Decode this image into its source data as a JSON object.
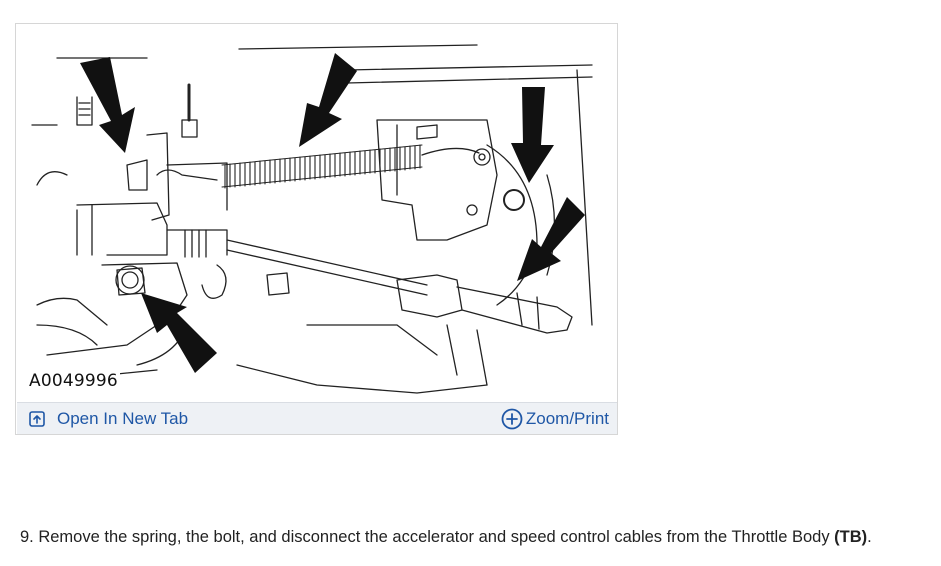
{
  "figure": {
    "id_label": "A0049996",
    "open_tab_label": "Open In New Tab",
    "zoom_label": "Zoom/Print",
    "accent_color": "#1f57a6",
    "toolbar_bg": "#eef1f5"
  },
  "instruction": {
    "text": "9. Remove the spring, the bolt, and disconnect the accelerator and speed control cables from the Throttle Body ",
    "abbr_open": "(",
    "abbr": "TB",
    "abbr_close": ").",
    "emphasis_text": "(TB)"
  },
  "icons": {
    "open_tab": "open-in-new-tab-icon",
    "zoom": "plus-circle-icon"
  }
}
